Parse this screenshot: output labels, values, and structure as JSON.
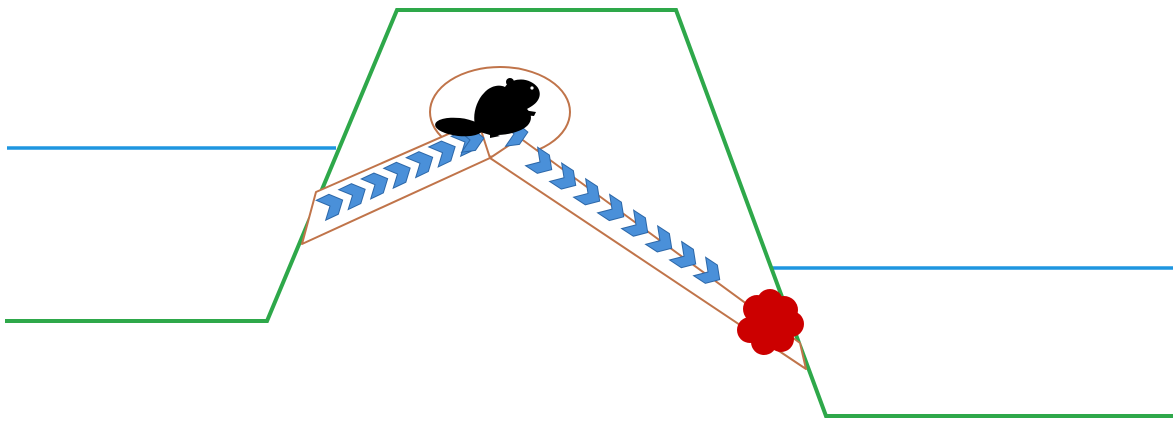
{
  "colors": {
    "background": "#ffffff",
    "bank_line": "#2ea84a",
    "water_line": "#1e96e0",
    "tunnel_outline": "#c0744a",
    "arrow_fill": "#4a90d9",
    "arrow_stroke": "#2c67a8",
    "beaver_fill": "#000000",
    "blockage_fill": "#cc0000",
    "blockage_edge": "#a30000"
  },
  "icons": {
    "animal": "beaver-icon",
    "flow": "chevron-right-icon",
    "obstruction": "blockage-icon"
  },
  "elements": {
    "lodge_chamber": "lodge-chamber",
    "entrance_tunnel": "entrance-tunnel-left",
    "exit_tunnel": "exit-tunnel-right",
    "high_water": "water-level-left",
    "low_water": "water-level-right",
    "ground": "dam-bank-profile"
  }
}
